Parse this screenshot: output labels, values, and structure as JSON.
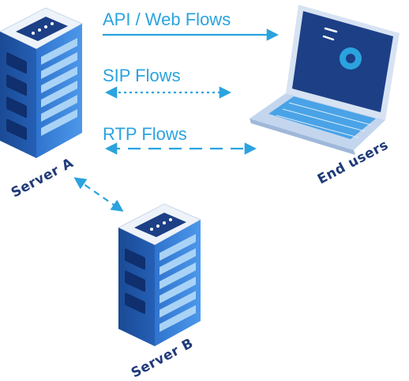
{
  "flows": {
    "api_web": "API / Web Flows",
    "sip": "SIP Flows",
    "rtp": "RTP Flows"
  },
  "nodes": {
    "server_a": "Server A",
    "server_b": "Server B",
    "end_users": "End users"
  },
  "colors": {
    "accent": "#2aa3df",
    "label_navy": "#1f3a7a",
    "server_dark": "#1d4f9c",
    "server_light": "#3e8be0",
    "screen": "#1c3f86"
  }
}
